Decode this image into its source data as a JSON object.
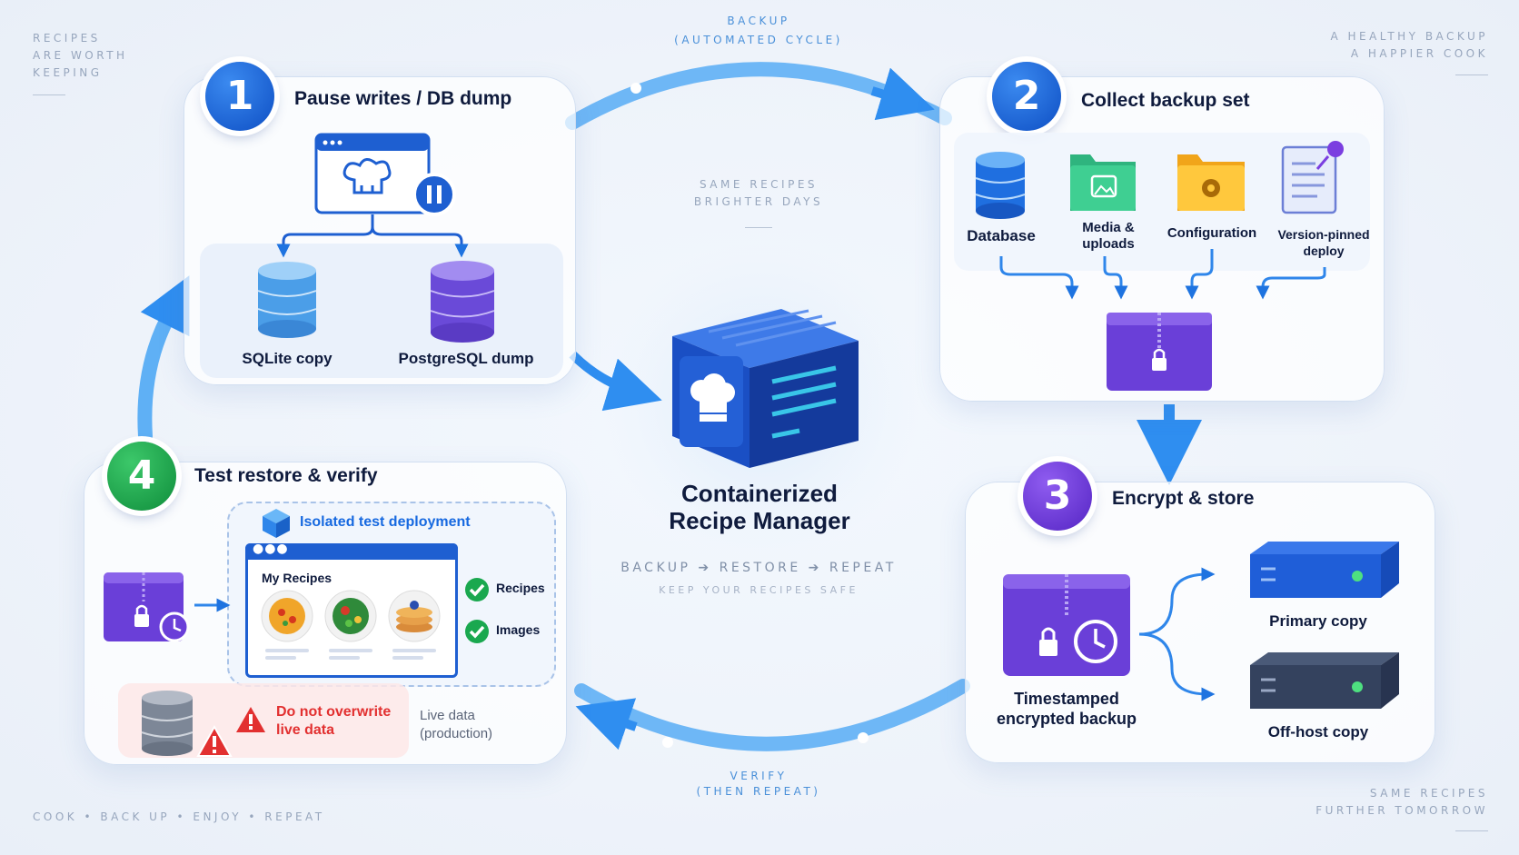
{
  "corners": {
    "top_left": [
      "Recipes",
      "are worth",
      "keeping"
    ],
    "top_right": [
      "A healthy backup",
      "a happier cook"
    ],
    "bottom_left": "Cook • Back up • Enjoy • Repeat",
    "bottom_right": [
      "Same recipes",
      "further tomorrow"
    ]
  },
  "cycle": {
    "top_label": "Backup",
    "top_sub": "(Automated cycle)",
    "bottom_label": "Verify",
    "bottom_sub": "(then repeat)"
  },
  "center": {
    "tagline": [
      "Same recipes",
      "brighter days"
    ],
    "title_line1": "Containerized",
    "title_line2": "Recipe Manager",
    "flow": [
      "Backup",
      "Restore",
      "Repeat"
    ],
    "sub": "Keep your recipes safe"
  },
  "step1": {
    "number": "1",
    "title": "Pause writes / DB dump",
    "sqlite": "SQLite copy",
    "postgres": "PostgreSQL dump"
  },
  "step2": {
    "number": "2",
    "title": "Collect backup set",
    "items": [
      {
        "label_line1": "Database",
        "label_line2": ""
      },
      {
        "label_line1": "Media &",
        "label_line2": "uploads"
      },
      {
        "label_line1": "Configuration",
        "label_line2": ""
      },
      {
        "label_line1": "Version-pinned",
        "label_line2": "deploy"
      }
    ]
  },
  "step3": {
    "number": "3",
    "title": "Encrypt & store",
    "backup_line1": "Timestamped",
    "backup_line2": "encrypted backup",
    "primary": "Primary copy",
    "offhost": "Off-host copy"
  },
  "step4": {
    "number": "4",
    "title": "Test restore & verify",
    "isolated": "Isolated test deployment",
    "app_title": "My Recipes",
    "checks": [
      "Recipes",
      "Images"
    ],
    "warning_line1": "Do not overwrite",
    "warning_line2": "live data",
    "live_line1": "Live data",
    "live_line2": "(production)"
  },
  "colors": {
    "blue": "#1769e0",
    "purple": "#6a3fd8",
    "green": "#1aa84f",
    "red": "#e23030",
    "cycle_arrow": "#5fb0f5"
  }
}
